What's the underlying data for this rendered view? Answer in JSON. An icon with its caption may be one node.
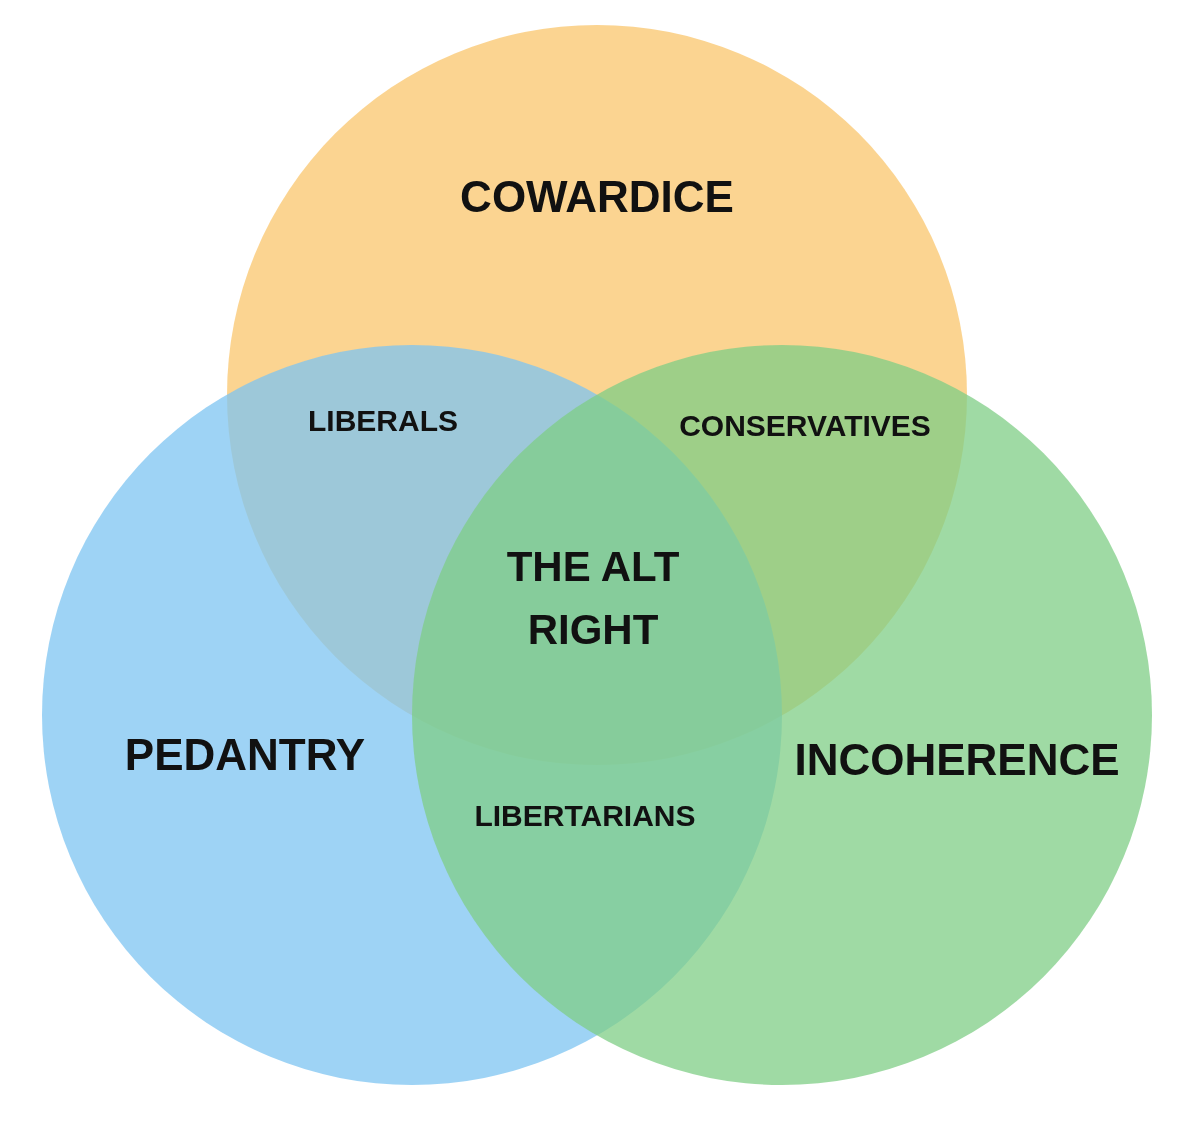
{
  "diagram": {
    "nodes": [
      {
        "text": [
          "COWARDICE"
        ]
      },
      {
        "text": [
          "PEDANTRY"
        ]
      },
      {
        "text": [
          "INCOHERENCE"
        ]
      }
    ],
    "labels": [
      "LIBERALS",
      "CONSERVATIVES",
      "THE ALT RIGHT",
      "LIBERTARIANS"
    ]
  }
}
